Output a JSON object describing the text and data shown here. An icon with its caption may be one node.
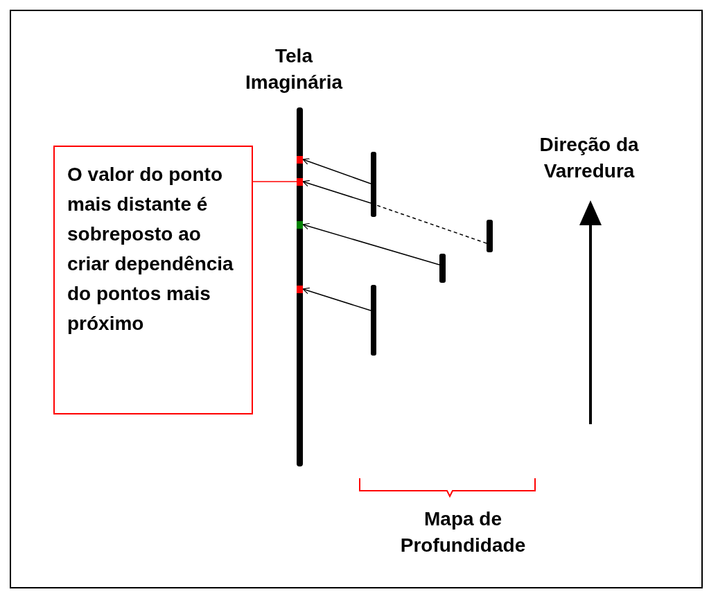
{
  "diagram": {
    "nodes": [
      {
        "text": [
          "O valor do ponto mais distante é sobreposto ao criar dependência do pontos mais próximo"
        ]
      },
      {
        "text": [],
        "shape": "box"
      },
      {
        "text": [],
        "shape": "box"
      },
      {
        "text": [],
        "shape": "box"
      },
      {
        "text": [],
        "shape": "box"
      },
      {
        "text": [],
        "shape": "bar"
      },
      {
        "text": [],
        "shape": "bar"
      },
      {
        "text": [],
        "shape": "bar"
      },
      {
        "text": [],
        "shape": "bar"
      }
    ],
    "edges": [
      {
        "from": 5,
        "to": 1,
        "arrow": "to"
      },
      {
        "from": 5,
        "to": 2,
        "arrow": "to"
      },
      {
        "from": 6,
        "to": 5,
        "arrow": "none",
        "style": "dashed"
      },
      {
        "from": 7,
        "to": 3,
        "arrow": "to"
      },
      {
        "from": 8,
        "to": 4,
        "arrow": "to"
      },
      {
        "from": 0,
        "to": 2,
        "arrow": "none",
        "color": "#ff0000"
      }
    ],
    "labels": [
      "Tela Imaginária",
      "Direção da Varredura",
      "Mapa de Profundidade"
    ]
  }
}
